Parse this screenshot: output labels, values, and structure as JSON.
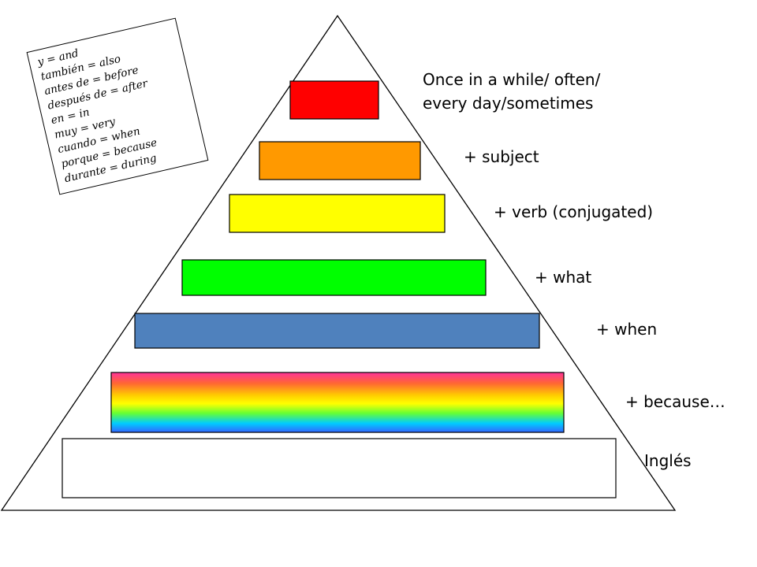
{
  "colors": {
    "stroke": "#000000",
    "background": "#ffffff",
    "bar_red": "#ff0000",
    "bar_orange": "#ff9900",
    "bar_yellow": "#ffff00",
    "bar_green": "#00ff00",
    "bar_blue": "#4f81bd",
    "rainbow_stops": [
      "#ff3399",
      "#ff6633",
      "#ffcc00",
      "#ffff00",
      "#66ff33",
      "#00ccff",
      "#3366ff"
    ],
    "bottom_box": "#ffffff"
  },
  "vocabulary": [
    "y = and",
    "también = also",
    "antes de = before",
    "después de = after",
    "en = in",
    "muy = very",
    "cuando = when",
    "porque = because",
    "durante = during"
  ],
  "levels": [
    {
      "label_line1": "Once in a while/ often/",
      "label_line2": "every day/sometimes",
      "fill": "bar_red"
    },
    {
      "label": "+ subject",
      "fill": "bar_orange"
    },
    {
      "label": "+ verb (conjugated)",
      "fill": "bar_yellow"
    },
    {
      "label": "+ what",
      "fill": "bar_green"
    },
    {
      "label": "+ when",
      "fill": "bar_blue"
    },
    {
      "label": "+ because…",
      "fill": "rainbow"
    },
    {
      "label": "Inglés",
      "fill": "bottom_box"
    }
  ]
}
